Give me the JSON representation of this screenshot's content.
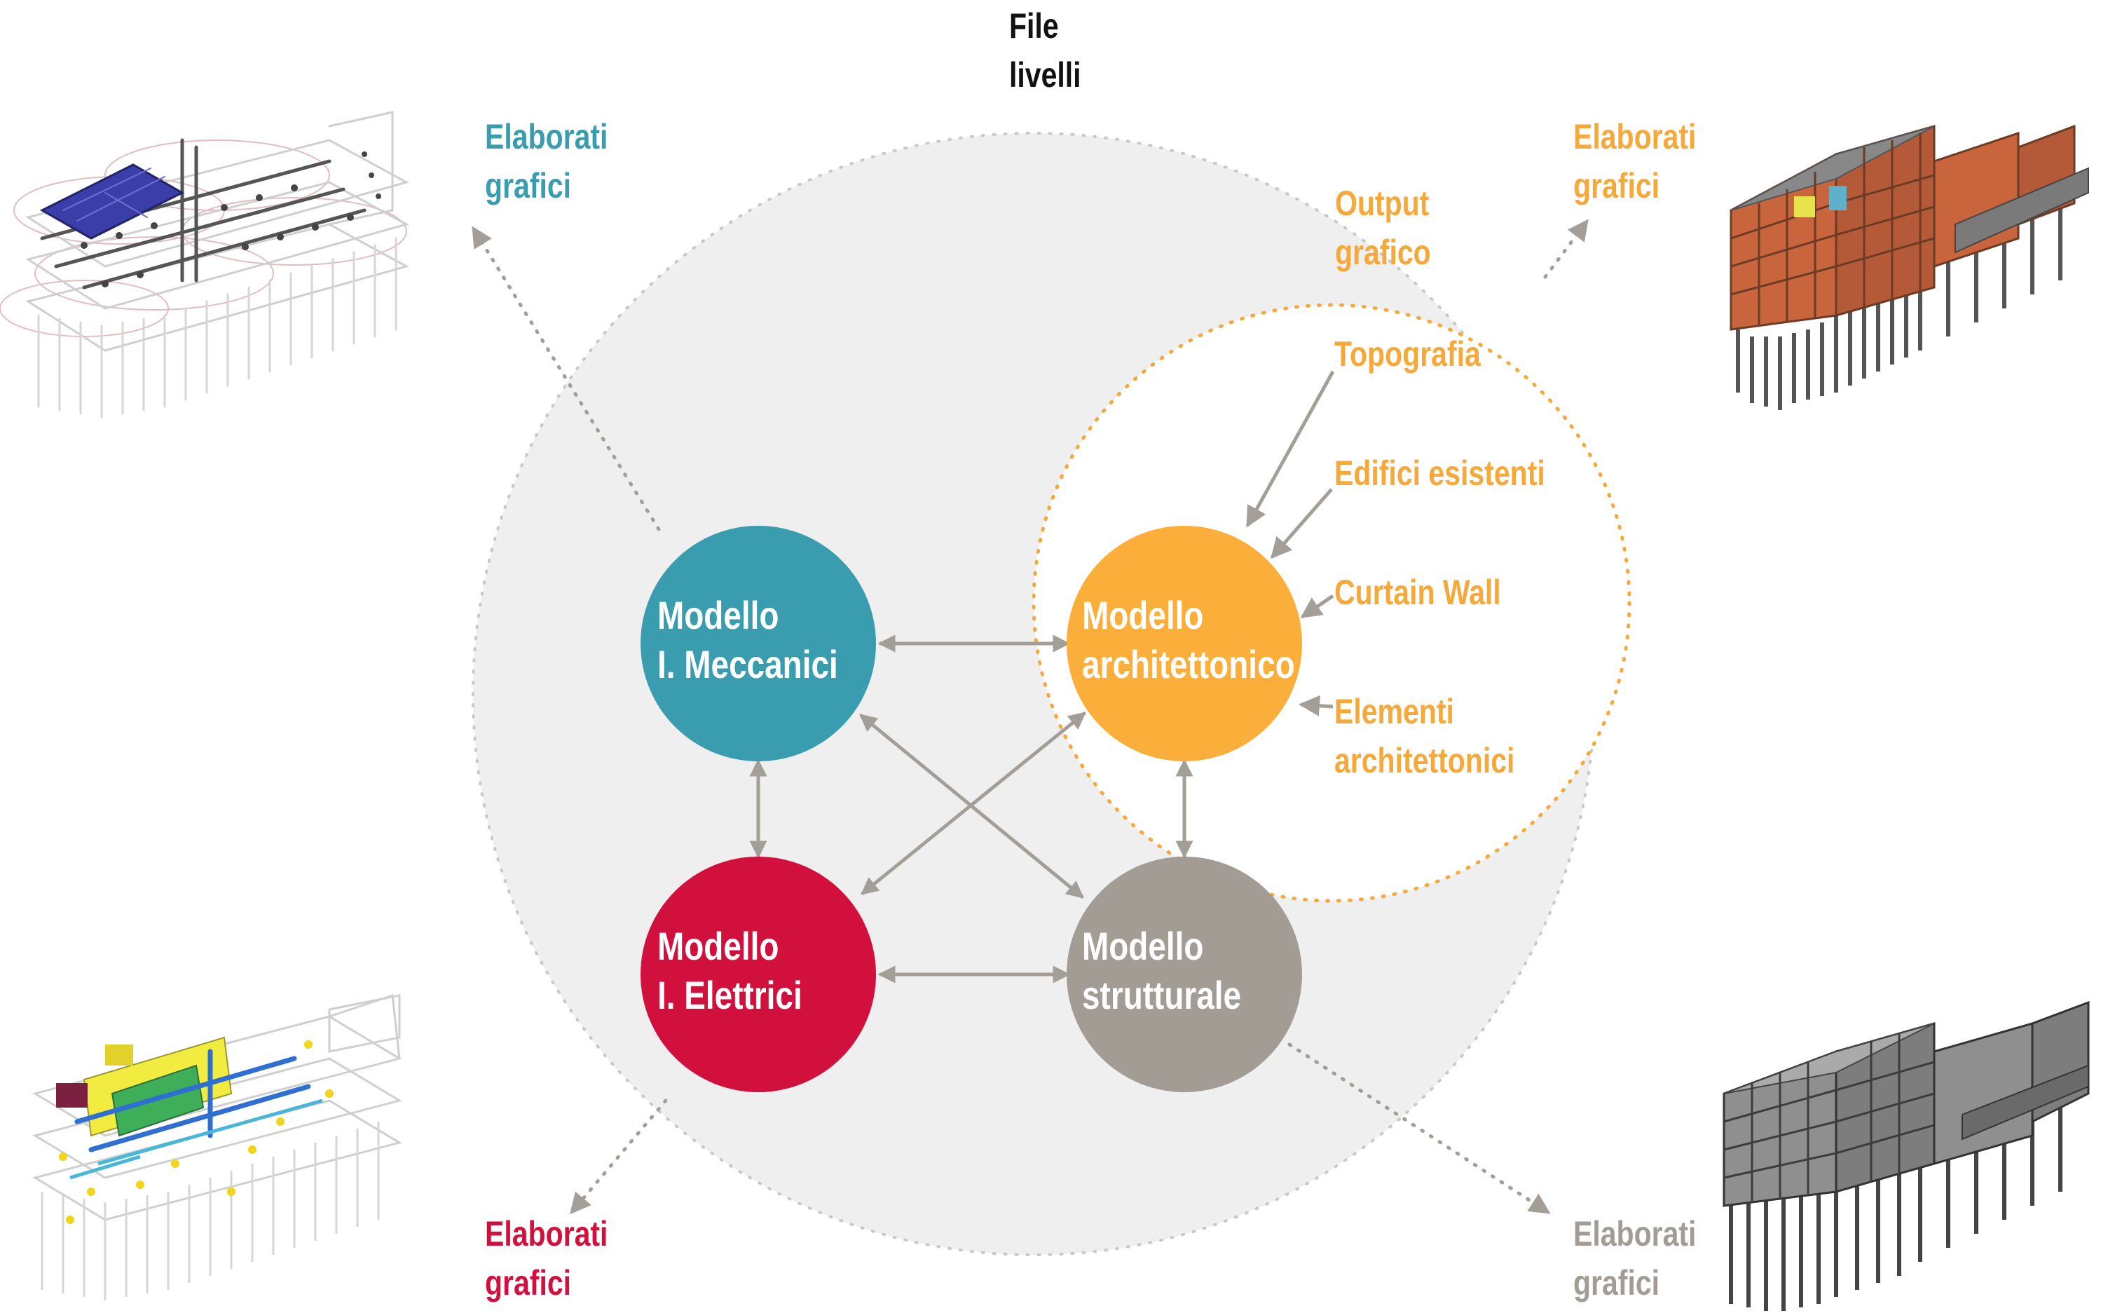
{
  "colors": {
    "teal": "#3a9daf",
    "orange": "#fbaf3a",
    "red": "#d1103d",
    "grey": "#a29c95",
    "bubble": "#efefef",
    "arrow": "#a39e97",
    "dots": "#b0b0b0",
    "label_dark": "#111111"
  },
  "file_livelli": {
    "line1": "File",
    "line2": "livelli"
  },
  "output_grafico": {
    "line1": "Output",
    "line2": "grafico"
  },
  "nodes": {
    "meccanici": {
      "line1": "Modello",
      "line2": "I. Meccanici"
    },
    "architettonico": {
      "line1": "Modello",
      "line2": "architettonico"
    },
    "elettrici": {
      "line1": "Modello",
      "line2": "I. Elettrici"
    },
    "strutturale": {
      "line1": "Modello",
      "line2": "strutturale"
    }
  },
  "arch_inputs": {
    "topografia": "Topografia",
    "edifici": "Edifici esistenti",
    "curtain": "Curtain Wall",
    "elementi_1": "Elementi",
    "elementi_2": "architettonici"
  },
  "outputs": {
    "teal": {
      "line1": "Elaborati",
      "line2": "grafici"
    },
    "orange": {
      "line1": "Elaborati",
      "line2": "grafici"
    },
    "red": {
      "line1": "Elaborati",
      "line2": "grafici"
    },
    "grey": {
      "line1": "Elaborati",
      "line2": "grafici"
    }
  },
  "thumbnails": [
    "mechanical-model-render",
    "architectural-model-render",
    "electrical-model-render",
    "structural-model-render"
  ]
}
